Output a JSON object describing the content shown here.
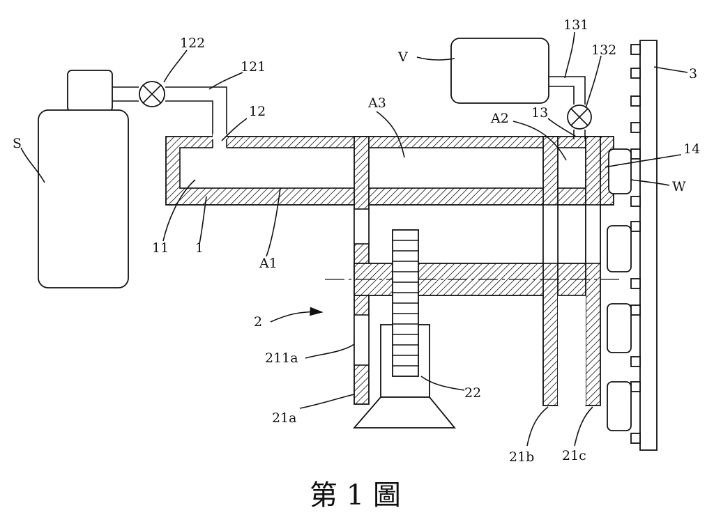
{
  "figure": {
    "caption": "第 1 圖",
    "labels": {
      "S": "S",
      "V": "V",
      "W": "W",
      "n1": "1",
      "n2": "2",
      "n3": "3",
      "n11": "11",
      "n12": "12",
      "n13": "13",
      "n14": "14",
      "n121": "121",
      "n122": "122",
      "n131": "131",
      "n132": "132",
      "A1": "A1",
      "A2": "A2",
      "A3": "A3",
      "n21a": "21a",
      "n21b": "21b",
      "n21c": "21c",
      "n211a": "211a",
      "n22": "22"
    }
  }
}
